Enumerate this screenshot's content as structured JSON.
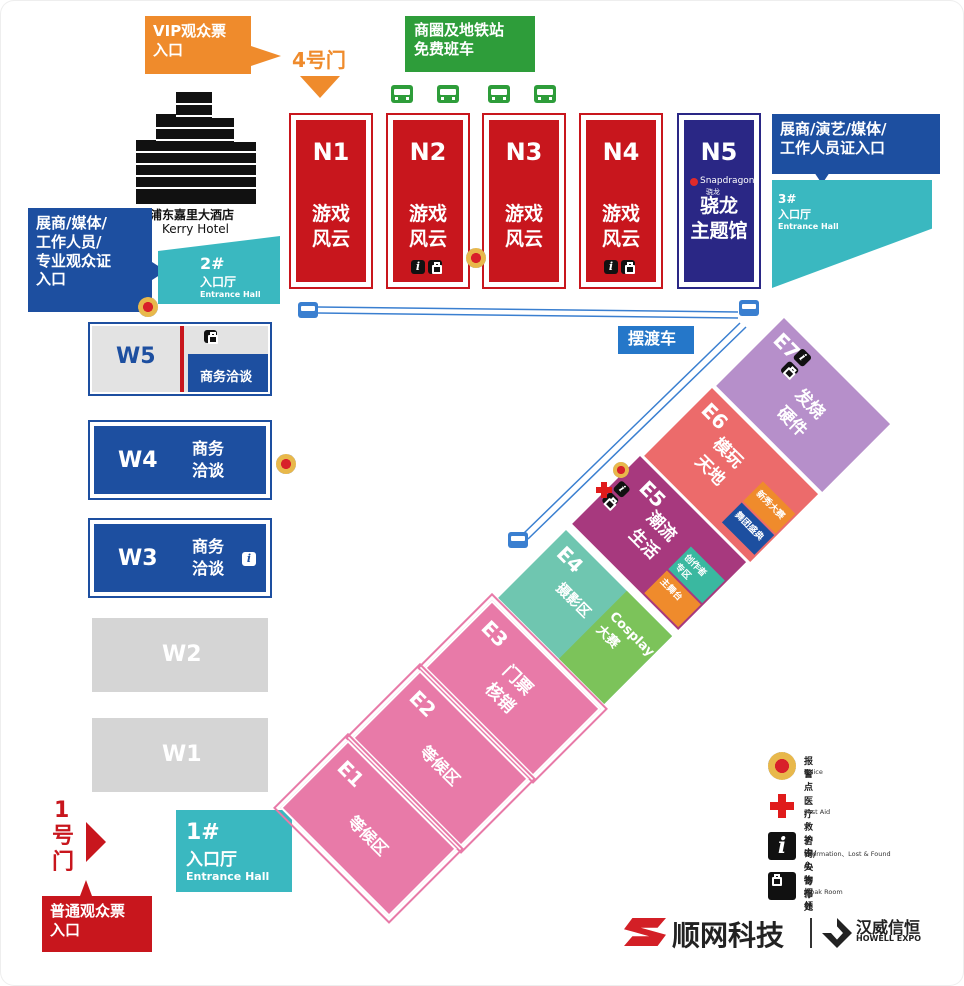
{
  "top_tags": {
    "vip": "VIP观众票\n入口",
    "gate4": "4号门",
    "bus_tag": "商圈及地铁站\n免费班车"
  },
  "hotel": {
    "cn": "浦东嘉里大酒店",
    "en": "Kerry Hotel"
  },
  "north_halls": [
    {
      "code": "N1",
      "name": "游戏\n风云"
    },
    {
      "code": "N2",
      "name": "游戏\n风云"
    },
    {
      "code": "N3",
      "name": "游戏\n风云"
    },
    {
      "code": "N4",
      "name": "游戏\n风云"
    },
    {
      "code": "N5",
      "name": "骁龙\n主题馆",
      "brand": "Snapdragon",
      "brand_cn": "骁龙"
    }
  ],
  "entrances": {
    "e2": {
      "num": "2#",
      "cn": "入口厅",
      "en": "Entrance Hall"
    },
    "e3": {
      "num": "3#",
      "cn": "入口厅",
      "en": "Entrance Hall"
    },
    "e1": {
      "num": "1#",
      "cn": "入口厅",
      "en": "Entrance Hall"
    }
  },
  "tags": {
    "exhibitor_left": "展商/媒体/\n工作人员/\n专业观众证\n入口",
    "exhibitor_right": "展商/演艺/媒体/\n工作人员证入口",
    "shuttle": "摆渡车",
    "gate1_num": "1",
    "gate1_word": "号\n门",
    "regular": "普通观众票\n入口"
  },
  "west_halls": [
    {
      "code": "W5",
      "name": "商务洽谈"
    },
    {
      "code": "W4",
      "name": "商务\n洽谈"
    },
    {
      "code": "W3",
      "name": "商务\n洽谈"
    },
    {
      "code": "W2",
      "name": ""
    },
    {
      "code": "W1",
      "name": ""
    }
  ],
  "east_halls": [
    {
      "code": "E7",
      "name": "发烧\n硬件"
    },
    {
      "code": "E6",
      "name": "模玩\n天地"
    },
    {
      "code": "E5",
      "name": "潮流\n生活"
    },
    {
      "code": "E4",
      "name": "摄影区"
    },
    {
      "code": "E3",
      "name": "门票\n核销"
    },
    {
      "code": "E2",
      "name": "等候区"
    },
    {
      "code": "E1",
      "name": "等候区"
    }
  ],
  "sub_areas": {
    "e6a": "新秀大赛",
    "e6b": "舞团盛典",
    "e5a": "创作者\n专区",
    "e5b": "主舞台",
    "e4b": "Cosplay\n大赛"
  },
  "legend": [
    {
      "cn": "报警点",
      "en": "Police"
    },
    {
      "cn": "医疗救护中心",
      "en": "First Aid"
    },
    {
      "cn": "咨询/失物招领",
      "en": "Information、Lost & Found"
    },
    {
      "cn": "寄存处",
      "en": "Cloak Room"
    }
  ],
  "footer": {
    "sponsor": "顺网科技",
    "organizer_cn": "汉威信恒",
    "organizer_en": "HOWELL EXPO"
  },
  "colors": {
    "red": "#c8161d",
    "blue": "#1d4fa0",
    "teal": "#3ab8c0",
    "orange": "#ef8b2c",
    "green": "#2e9d3a",
    "pink": "#e87aa8",
    "purple": "#b68fca",
    "salmon": "#ec6b6b"
  }
}
